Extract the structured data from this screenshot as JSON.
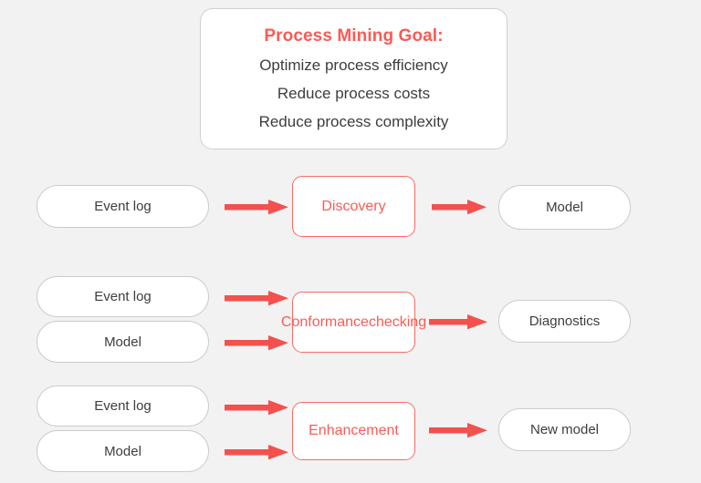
{
  "background_color": "#f2f2f2",
  "accent_color": "#fb5a55",
  "text_color": "#3d3d3d",
  "border_color": "#cccccc",
  "goal": {
    "title": "Process Mining Goal:",
    "lines": [
      "Optimize process efficiency",
      "Reduce process costs",
      "Reduce process complexity"
    ]
  },
  "rows": [
    {
      "id": "discovery",
      "inputs": [
        "Event log"
      ],
      "process": "Discovery",
      "output": "Model"
    },
    {
      "id": "conformance-checking",
      "inputs": [
        "Event log",
        "Model"
      ],
      "process": "Conformance\nchecking",
      "process_line1": "Conformance",
      "process_line2": "checking",
      "output": "Diagnostics"
    },
    {
      "id": "enhancement",
      "inputs": [
        "Event log",
        "Model"
      ],
      "process": "Enhancement",
      "output": "New model"
    }
  ],
  "icons": {
    "arrow": "arrow-right-icon"
  }
}
